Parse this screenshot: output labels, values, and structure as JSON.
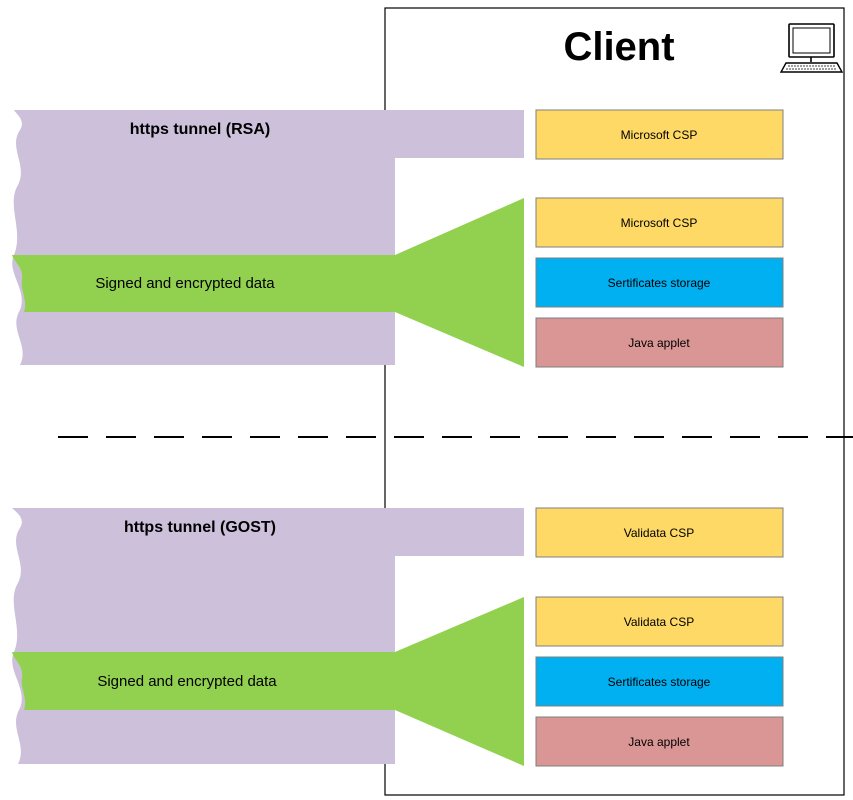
{
  "client": {
    "title": "Client",
    "icon": "computer-icon"
  },
  "colors": {
    "tunnel": "#ccc0da",
    "data_stream": "#92d050",
    "csp_box": "#ffd966",
    "storage_box": "#00b0f0",
    "applet_box": "#da9694",
    "client_border": "#000000",
    "separator": "#000000"
  },
  "sections": [
    {
      "tunnel_label": "https tunnel (RSA)",
      "stream_label": "Signed and encrypted data",
      "top_box": "Microsoft CSP",
      "stack": [
        "Microsoft CSP",
        "Sertificates storage",
        "Java applet"
      ]
    },
    {
      "tunnel_label": "https tunnel (GOST)",
      "stream_label": "Signed and encrypted data",
      "top_box": "Validata CSP",
      "stack": [
        "Validata CSP",
        "Sertificates storage",
        "Java applet"
      ]
    }
  ]
}
